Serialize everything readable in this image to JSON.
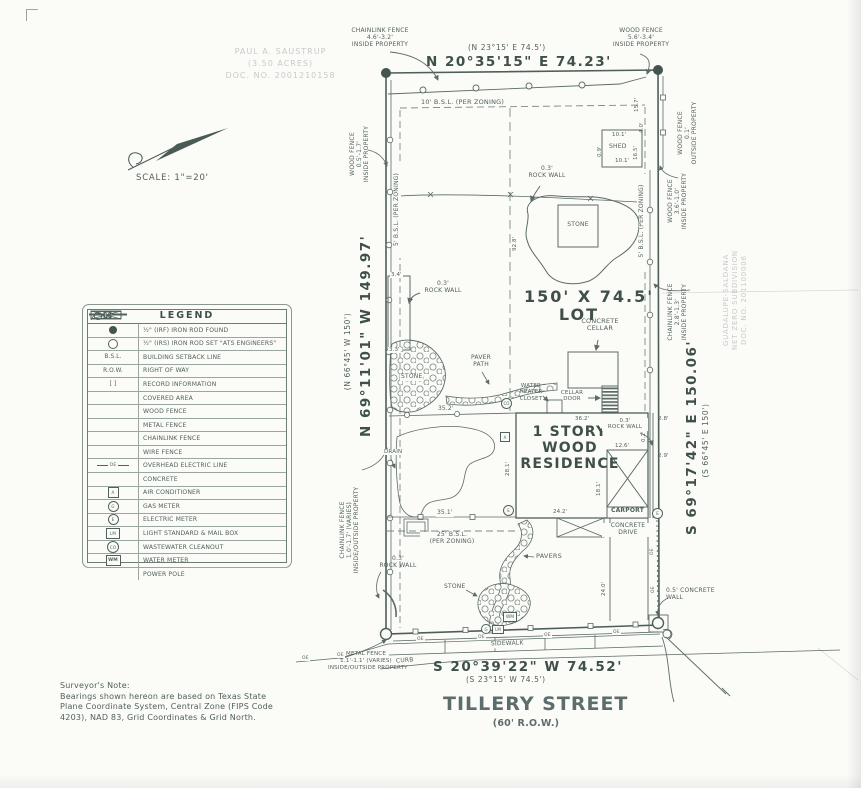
{
  "title": "Land Title Survey - Tillery Street",
  "colors": {
    "ink": "#51615b",
    "bold": "#3f4f4a",
    "faint": "#c6cbc9",
    "street": "#5d6d6d"
  },
  "scale_label": "SCALE:  1\"=20'",
  "adjoiner": [
    "PAUL A. SAUSTRUP",
    "(3.50 ACRES)",
    "DOC. NO. 2001210158"
  ],
  "subdivision": [
    "GUADALUPE-SALDANA",
    "NET ZERO SUBDIVISION",
    "DOC. NO. 201100006"
  ],
  "bearings": {
    "top": "N 20°35'15\" E  74.23'",
    "top_record": "(N 23°15' E  74.5')",
    "left": "N 69°11'01\" W  149.97'",
    "left_record": "(N 66°45' W  150')",
    "right": "S 69°17'42\" E  150.06'",
    "right_record": "(S 66°45' E  150')",
    "bottom": "S 20°39'22\" W  74.52'",
    "bottom_record": "(S 23°15' W  74.5')"
  },
  "street": {
    "name": "TILLERY STREET",
    "row": "(60' R.O.W.)"
  },
  "lot": {
    "line1": "150' X 74.5'",
    "line2": "LOT"
  },
  "residence": [
    "1 STORY",
    "WOOD",
    "RESIDENCE"
  ],
  "labels": {
    "carport": "CARPORT",
    "concrete_drive": [
      "CONCRETE",
      "DRIVE"
    ],
    "concrete_cellar": [
      "CONCRETE",
      "CELLAR"
    ],
    "cellar_door": [
      "CELLAR",
      "DOOR"
    ],
    "water_heater": [
      "WATER",
      "HEATER",
      "CLOSET"
    ],
    "shed": "SHED",
    "stone": "STONE",
    "drain": "DRAIN",
    "pavers": "PAVERS",
    "paver_path": [
      "PAVER",
      "PATH"
    ],
    "sidewalk": "SIDEWALK",
    "curb": "CURB",
    "concrete_wall": [
      "0.5' CONCRETE",
      "WALL"
    ],
    "rock_wall": [
      "0.3'",
      "ROCK WALL"
    ]
  },
  "bsl": {
    "top": "10' B.S.L. (PER ZONING)",
    "side": "5' B.S.L. (PER ZONING)",
    "front": [
      "25' B.S.L.",
      "(PER ZONING)"
    ]
  },
  "fences": {
    "chainlink_top": [
      "CHAINLINK FENCE",
      "4.6'-3.2'",
      "INSIDE PROPERTY"
    ],
    "wood_top": [
      "WOOD FENCE",
      "5.6'-3.4'",
      "INSIDE PROPERTY"
    ],
    "wood_left": [
      "WOOD FENCE",
      "0.5'-1.7'",
      "INSIDE PROPERTY"
    ],
    "chainlink_left": [
      "CHAINLINK FENCE",
      "1.0'-1.7' (VARIES)",
      "INSIDE/OUTSIDE PROPERTY"
    ],
    "wood_right_out": [
      "WOOD FENCE",
      "0.1'",
      "OUTSIDE PROPERTY"
    ],
    "wood_right_in": [
      "WOOD FENCE",
      "3.6'-1.0'",
      "INSIDE PROPERTY"
    ],
    "chainlink_right": [
      "CHAINLINK FENCE",
      "2.8'-1.3'",
      "INSIDE PROPERTY"
    ],
    "metal_bottom": [
      "METAL FENCE",
      "1.1'-1.1' (VARIES)",
      "INSIDE/OUTSIDE PROPERTY"
    ]
  },
  "dims": {
    "d15_7": "15.7'",
    "d4_0": "4.0'",
    "d10_1": "10.1'",
    "d0_9": "0.9'",
    "d16_5": "16.5'",
    "d92_8": "92.8'",
    "d3_4": "3.4'",
    "d3_3": "3.3'",
    "d35_2": "35.2'",
    "d35_1": "35.1'",
    "d28_1": "28.1'",
    "d36_2": "36.2'",
    "d12_6": "12.6'",
    "d18_1": "18.1'",
    "d24_2": "24.2'",
    "d24_0": "24.0'",
    "d2_8": "2.8'",
    "d2_9": "2.9'",
    "d0_2": "0.2'"
  },
  "symbols": {
    "oe": "OE",
    "wm": "WM",
    "ac": "A",
    "em": "E",
    "gm": "G",
    "lm": "LM",
    "co": "CO"
  },
  "legend": {
    "title": "LEGEND",
    "rows": [
      {
        "label": "½\" (IRF) IRON ROD FOUND"
      },
      {
        "label": "½\" (IRS) IRON ROD SET \"ATS ENGINEERS\""
      },
      {
        "key": "B.S.L.",
        "label": "BUILDING SETBACK LINE"
      },
      {
        "key": "R.O.W.",
        "label": "RIGHT OF WAY"
      },
      {
        "key": "[      ]",
        "label": "RECORD INFORMATION"
      },
      {
        "label": "COVERED AREA"
      },
      {
        "label": "WOOD FENCE"
      },
      {
        "label": "METAL FENCE"
      },
      {
        "label": "CHAINLINK FENCE"
      },
      {
        "label": "WIRE FENCE"
      },
      {
        "label": "OVERHEAD ELECTRIC LINE"
      },
      {
        "label": "CONCRETE"
      },
      {
        "label": "AIR CONDITIONER"
      },
      {
        "label": "GAS METER"
      },
      {
        "label": "ELECTRIC METER"
      },
      {
        "label": "LIGHT STANDARD & MAIL BOX"
      },
      {
        "label": "WASTEWATER CLEANOUT"
      },
      {
        "label": "WATER METER"
      },
      {
        "label": "POWER POLE"
      }
    ]
  },
  "surveyor_note": {
    "title": "Surveyor's Note:",
    "lines": [
      "Bearings shown hereon are based on Texas State",
      "Plane Coordinate System, Central Zone (FIPS Code",
      "4203), NAD 83, Grid Coordinates & Grid North."
    ]
  }
}
